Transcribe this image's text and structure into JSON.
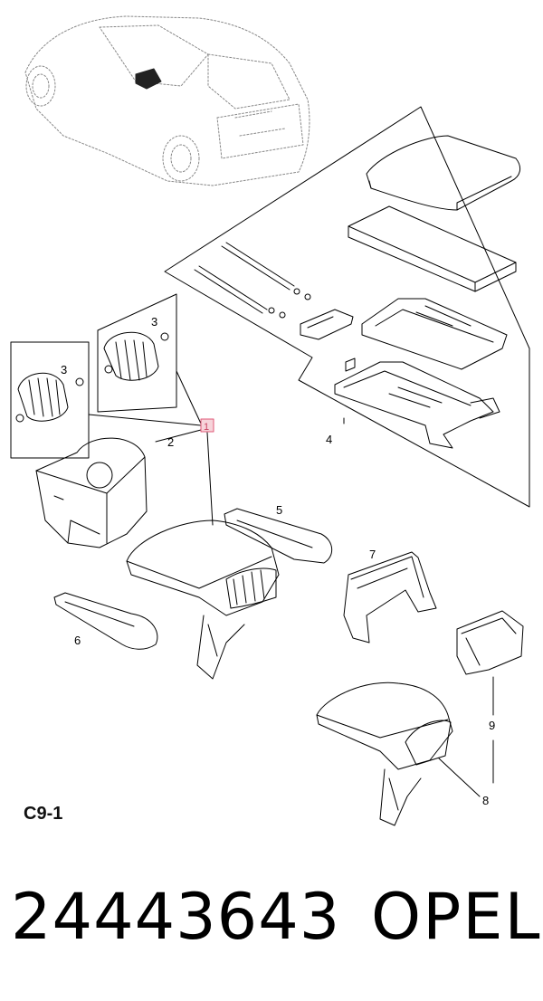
{
  "diagram": {
    "callouts": {
      "c1": "1",
      "c2": "2",
      "c3a": "3",
      "c3b": "3",
      "c4": "4",
      "c5": "5",
      "c6": "6",
      "c7": "7",
      "c8": "8",
      "c9": "9"
    },
    "highlight_color": "#e05a78",
    "section_code": "C9-1"
  },
  "footer": {
    "part_number": "24443643",
    "brand": "OPEL"
  }
}
